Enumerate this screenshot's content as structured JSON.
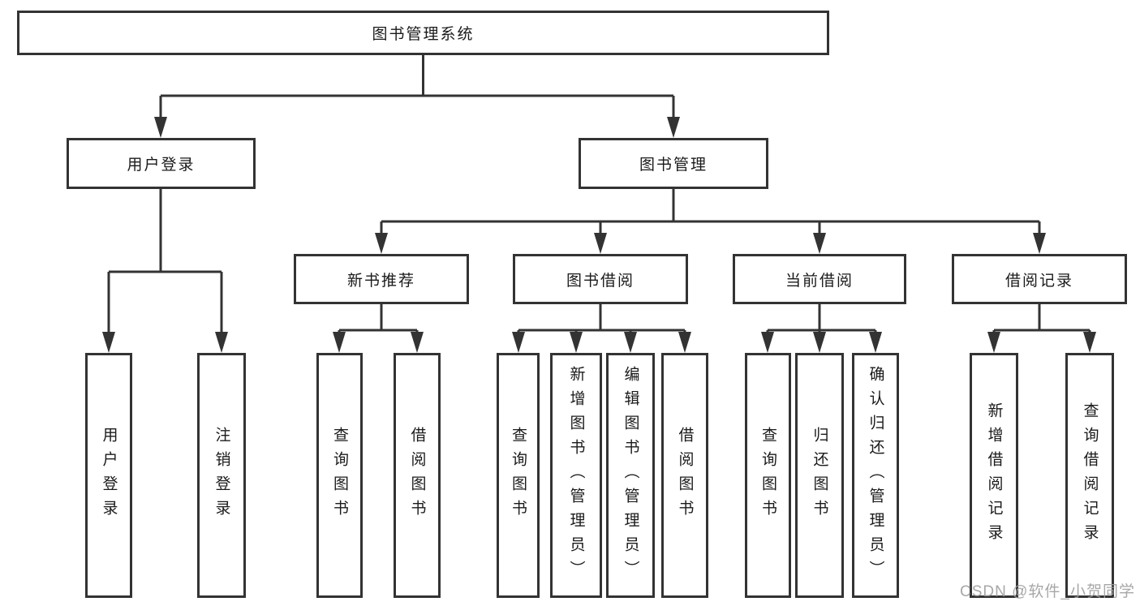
{
  "diagram_type": "tree",
  "nodes": {
    "root": "图书管理系统",
    "user_login": "用户登录",
    "book_mgmt": "图书管理",
    "new_book_rec": "新书推荐",
    "book_borrow": "图书借阅",
    "current_borrow": "当前借阅",
    "borrow_records": "借阅记录",
    "leaf_user_login": "用户登录",
    "leaf_logout": "注销登录",
    "leaf_query_book_rec": "查询图书",
    "leaf_borrow_book_rec": "借阅图书",
    "leaf_query_book_borrow": "查询图书",
    "leaf_add_book": "新增图书（管理员）",
    "leaf_edit_book": "编辑图书（管理员）",
    "leaf_borrow_book": "借阅图书",
    "leaf_query_book_current": "查询图书",
    "leaf_return_book": "归还图书",
    "leaf_confirm_return": "确认归还（管理员）",
    "leaf_add_borrow_record": "新增借阅记录",
    "leaf_query_borrow_record": "查询借阅记录"
  },
  "watermark": "CSDN @软件_小贺同学",
  "colors": {
    "line": "#333333",
    "text": "#1a1a1a",
    "watermark": "#9e9e9e",
    "background": "#ffffff"
  }
}
